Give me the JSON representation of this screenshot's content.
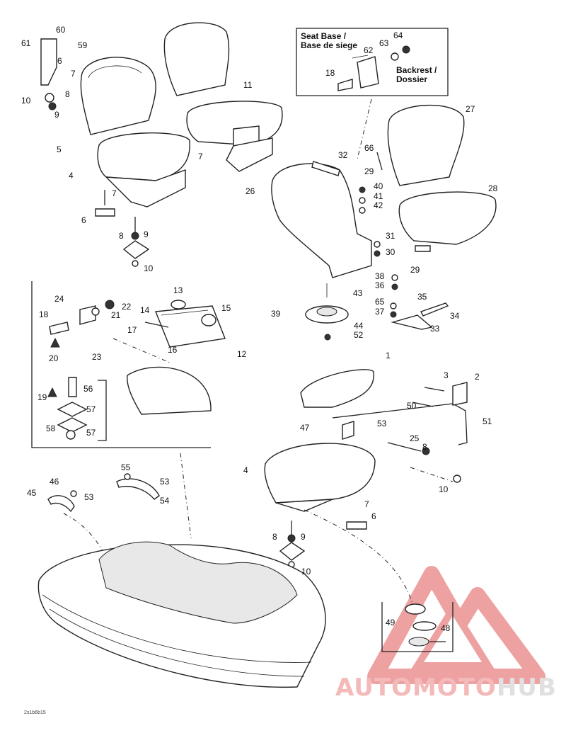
{
  "callouts": [
    {
      "id": "c61",
      "text": "61"
    },
    {
      "id": "c60",
      "text": "60"
    },
    {
      "id": "c59",
      "text": "59"
    },
    {
      "id": "c6a",
      "text": "6"
    },
    {
      "id": "c7a",
      "text": "7"
    },
    {
      "id": "c10a",
      "text": "10"
    },
    {
      "id": "c8a",
      "text": "8"
    },
    {
      "id": "c9a",
      "text": "9"
    },
    {
      "id": "c5",
      "text": "5"
    },
    {
      "id": "c4a",
      "text": "4"
    },
    {
      "id": "c11",
      "text": "11"
    },
    {
      "id": "c7b",
      "text": "7"
    },
    {
      "id": "c7c",
      "text": "7"
    },
    {
      "id": "c6b",
      "text": "6"
    },
    {
      "id": "c8b",
      "text": "8"
    },
    {
      "id": "c9b",
      "text": "9"
    },
    {
      "id": "c10b",
      "text": "10"
    },
    {
      "id": "c18a",
      "text": "18"
    },
    {
      "id": "c62",
      "text": "62"
    },
    {
      "id": "c63",
      "text": "63"
    },
    {
      "id": "c64",
      "text": "64"
    },
    {
      "id": "c27",
      "text": "27"
    },
    {
      "id": "c28",
      "text": "28"
    },
    {
      "id": "c29a",
      "text": "29"
    },
    {
      "id": "c66",
      "text": "66"
    },
    {
      "id": "c29b",
      "text": "29"
    },
    {
      "id": "c32",
      "text": "32"
    },
    {
      "id": "c26",
      "text": "26"
    },
    {
      "id": "c40",
      "text": "40"
    },
    {
      "id": "c41",
      "text": "41"
    },
    {
      "id": "c42",
      "text": "42"
    },
    {
      "id": "c31",
      "text": "31"
    },
    {
      "id": "c30",
      "text": "30"
    },
    {
      "id": "c38",
      "text": "38"
    },
    {
      "id": "c36",
      "text": "36"
    },
    {
      "id": "c35",
      "text": "35"
    },
    {
      "id": "c65",
      "text": "65"
    },
    {
      "id": "c37",
      "text": "37"
    },
    {
      "id": "c34",
      "text": "34"
    },
    {
      "id": "c33",
      "text": "33"
    },
    {
      "id": "c43",
      "text": "43"
    },
    {
      "id": "c39",
      "text": "39"
    },
    {
      "id": "c44",
      "text": "44"
    },
    {
      "id": "c52",
      "text": "52"
    },
    {
      "id": "c24",
      "text": "24"
    },
    {
      "id": "c22",
      "text": "22"
    },
    {
      "id": "c21",
      "text": "21"
    },
    {
      "id": "c13",
      "text": "13"
    },
    {
      "id": "c14",
      "text": "14"
    },
    {
      "id": "c15",
      "text": "15"
    },
    {
      "id": "c18b",
      "text": "18"
    },
    {
      "id": "c17",
      "text": "17"
    },
    {
      "id": "c16",
      "text": "16"
    },
    {
      "id": "c12",
      "text": "12"
    },
    {
      "id": "c23",
      "text": "23"
    },
    {
      "id": "c20",
      "text": "20"
    },
    {
      "id": "c19",
      "text": "19"
    },
    {
      "id": "c56",
      "text": "56"
    },
    {
      "id": "c57a",
      "text": "57"
    },
    {
      "id": "c58",
      "text": "58"
    },
    {
      "id": "c57b",
      "text": "57"
    },
    {
      "id": "c1",
      "text": "1"
    },
    {
      "id": "c3",
      "text": "3"
    },
    {
      "id": "c2",
      "text": "2"
    },
    {
      "id": "c50",
      "text": "50"
    },
    {
      "id": "c47",
      "text": "47"
    },
    {
      "id": "c53a",
      "text": "53"
    },
    {
      "id": "c51",
      "text": "51"
    },
    {
      "id": "c25",
      "text": "25"
    },
    {
      "id": "c8c",
      "text": "8"
    },
    {
      "id": "c4b",
      "text": "4"
    },
    {
      "id": "c10c",
      "text": "10"
    },
    {
      "id": "c7d",
      "text": "7"
    },
    {
      "id": "c6c",
      "text": "6"
    },
    {
      "id": "c55",
      "text": "55"
    },
    {
      "id": "c53b",
      "text": "53"
    },
    {
      "id": "c54",
      "text": "54"
    },
    {
      "id": "c46",
      "text": "46"
    },
    {
      "id": "c45",
      "text": "45"
    },
    {
      "id": "c53c",
      "text": "53"
    },
    {
      "id": "c8d",
      "text": "8"
    },
    {
      "id": "c9c",
      "text": "9"
    },
    {
      "id": "c10d",
      "text": "10"
    },
    {
      "id": "c49",
      "text": "49"
    },
    {
      "id": "c48",
      "text": "48"
    }
  ],
  "inset": {
    "seat_base": "Seat Base /",
    "seat_base_fr": "Base de siege",
    "backrest": "Backrest /",
    "backrest_fr": "Dossier"
  },
  "document_id": "2s1b6b15",
  "watermark": {
    "part1": "AUTOMOTO",
    "part2": "HUB"
  },
  "colors": {
    "line": "#222222",
    "watermark_red": "#e05555",
    "watermark_text": "#f4b9b9"
  }
}
